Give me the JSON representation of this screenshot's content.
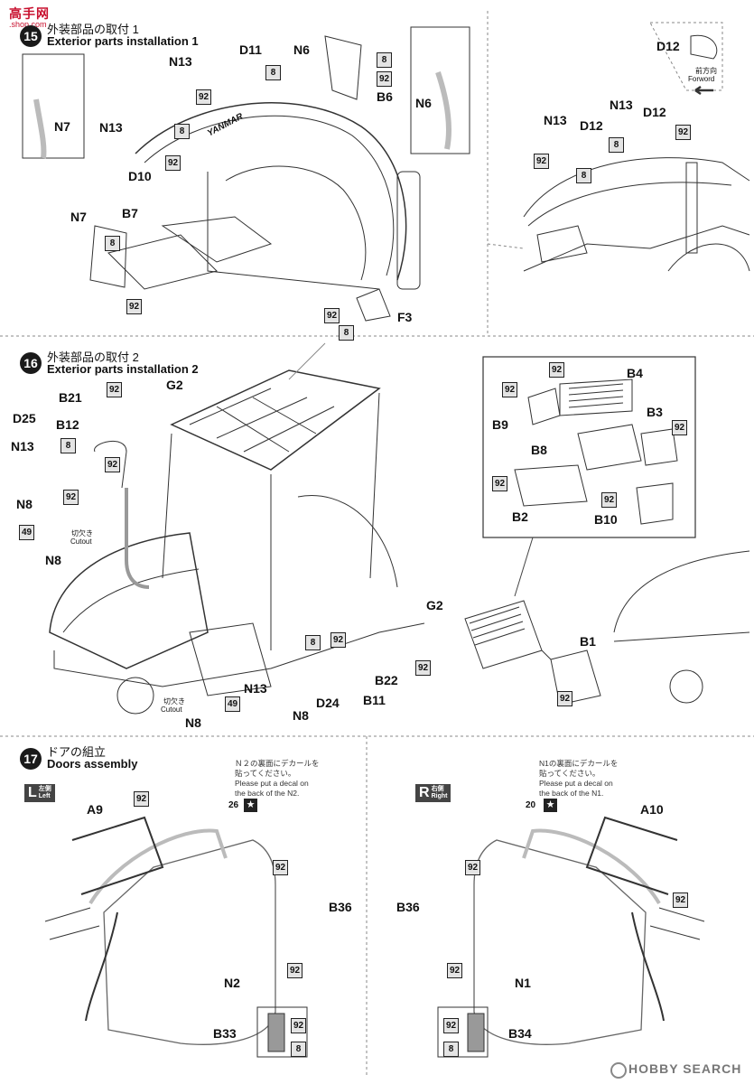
{
  "site_logo": "高手网",
  "site_sub": ".shop.com",
  "step15": {
    "number": "15",
    "title_jp": "外装部品の取付 1",
    "title_en": "Exterior parts installation 1",
    "parts": [
      "N13",
      "D11",
      "N6",
      "B6",
      "N6",
      "N13",
      "D10",
      "N7",
      "N7",
      "B7",
      "F3",
      "D12",
      "N13",
      "D12",
      "N13",
      "D12"
    ],
    "forward_jp": "前方向",
    "forward_en": "Forword",
    "decal_text": "YANMAR"
  },
  "step16": {
    "number": "16",
    "title_jp": "外装部品の取付 2",
    "title_en": "Exterior parts installation 2",
    "parts": [
      "B21",
      "G2",
      "D25",
      "B12",
      "N13",
      "N8",
      "N8",
      "B4",
      "B9",
      "B3",
      "B8",
      "B2",
      "B10",
      "B1",
      "G2",
      "B22",
      "B11",
      "N13",
      "D24",
      "N8",
      "N8"
    ],
    "cutout_jp": "切欠き",
    "cutout_en": "Cutout"
  },
  "step17": {
    "number": "17",
    "title_jp": "ドアの組立",
    "title_en": "Doors assembly",
    "left": {
      "badge": "L",
      "badge_jp": "左側",
      "badge_en": "Left",
      "note": [
        "Ｎ２の裏面にデカールを",
        "貼ってください。",
        "Please put a decal on",
        "the back of the N2."
      ],
      "decal_no": "26"
    },
    "right": {
      "badge": "R",
      "badge_jp": "右側",
      "badge_en": "Right",
      "note": [
        "N1の裏面にデカールを",
        "貼ってください。",
        "Please put a decal on",
        "the back of the N1."
      ],
      "decal_no": "20"
    },
    "parts": [
      "A9",
      "B36",
      "N2",
      "B33",
      "A10",
      "B36",
      "N1",
      "B34"
    ]
  },
  "paint_codes": [
    "8",
    "92",
    "49"
  ],
  "watermark": "HOBBY SEARCH"
}
